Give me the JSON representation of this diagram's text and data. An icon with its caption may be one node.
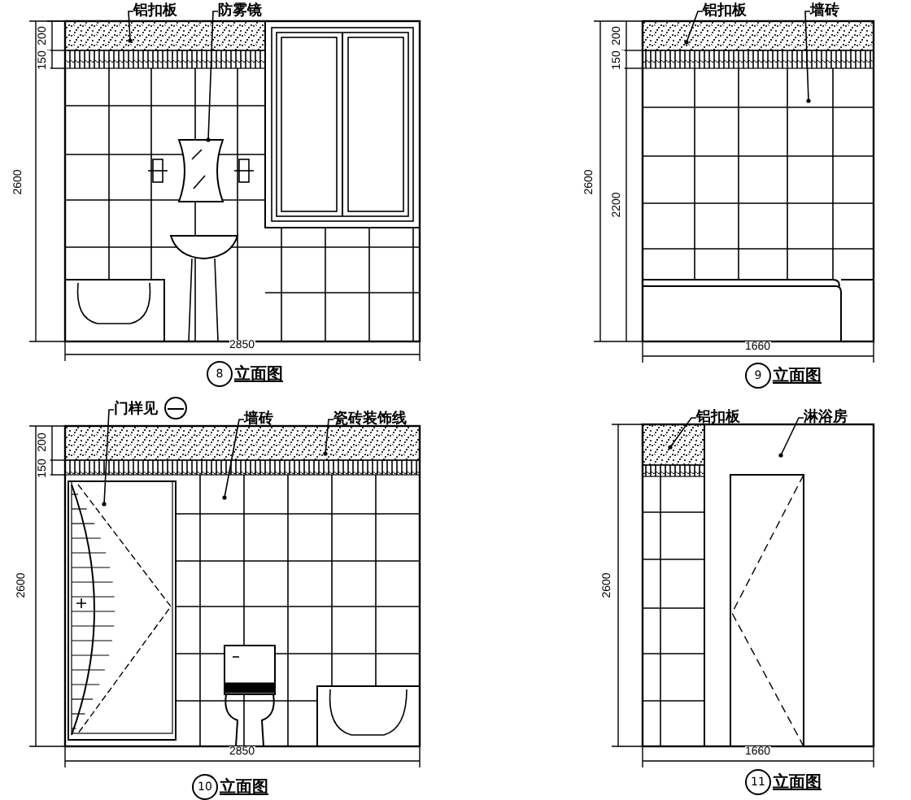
{
  "diagram": {
    "nodes": [
      {
        "text": [
          "铝扣板"
        ]
      },
      {
        "text": [
          "防雾镜"
        ]
      },
      {
        "text": [
          "铝扣板"
        ]
      },
      {
        "text": [
          "墙砖"
        ]
      },
      {
        "text": [
          "8"
        ],
        "beside": [
          "立面图"
        ]
      },
      {
        "text": [
          "9"
        ],
        "beside": [
          "立面图"
        ]
      },
      {
        "text": [
          "门样见"
        ]
      },
      {
        "text": [],
        "shape": "circle"
      },
      {
        "text": [
          "墙砖"
        ]
      },
      {
        "text": [
          "瓷砖装饰线"
        ]
      },
      {
        "text": [
          "铝扣板"
        ]
      },
      {
        "text": [
          "淋浴房"
        ]
      },
      {
        "text": [
          "10"
        ],
        "beside": [
          "立面图"
        ]
      },
      {
        "text": [
          "11"
        ],
        "beside": [
          "立面图"
        ]
      }
    ],
    "edges": [
      {
        "from": 0,
        "to": null,
        "arrow": "other"
      },
      {
        "from": 1,
        "to": null,
        "arrow": "other"
      },
      {
        "from": 2,
        "to": null,
        "arrow": "other"
      },
      {
        "from": 3,
        "to": null,
        "arrow": "other"
      },
      {
        "from": 6,
        "to": null,
        "arrow": "other"
      },
      {
        "from": 8,
        "to": null,
        "arrow": "other"
      },
      {
        "from": 9,
        "to": null,
        "arrow": "other"
      },
      {
        "from": 10,
        "to": null,
        "arrow": "other"
      },
      {
        "from": 11,
        "to": null,
        "arrow": "other"
      }
    ],
    "labels": [
      "200",
      "150",
      "2600",
      "2850",
      "200",
      "150",
      "2600",
      "2200",
      "1660",
      "200",
      "150",
      "2600",
      "2850",
      "2600",
      "1660"
    ]
  }
}
